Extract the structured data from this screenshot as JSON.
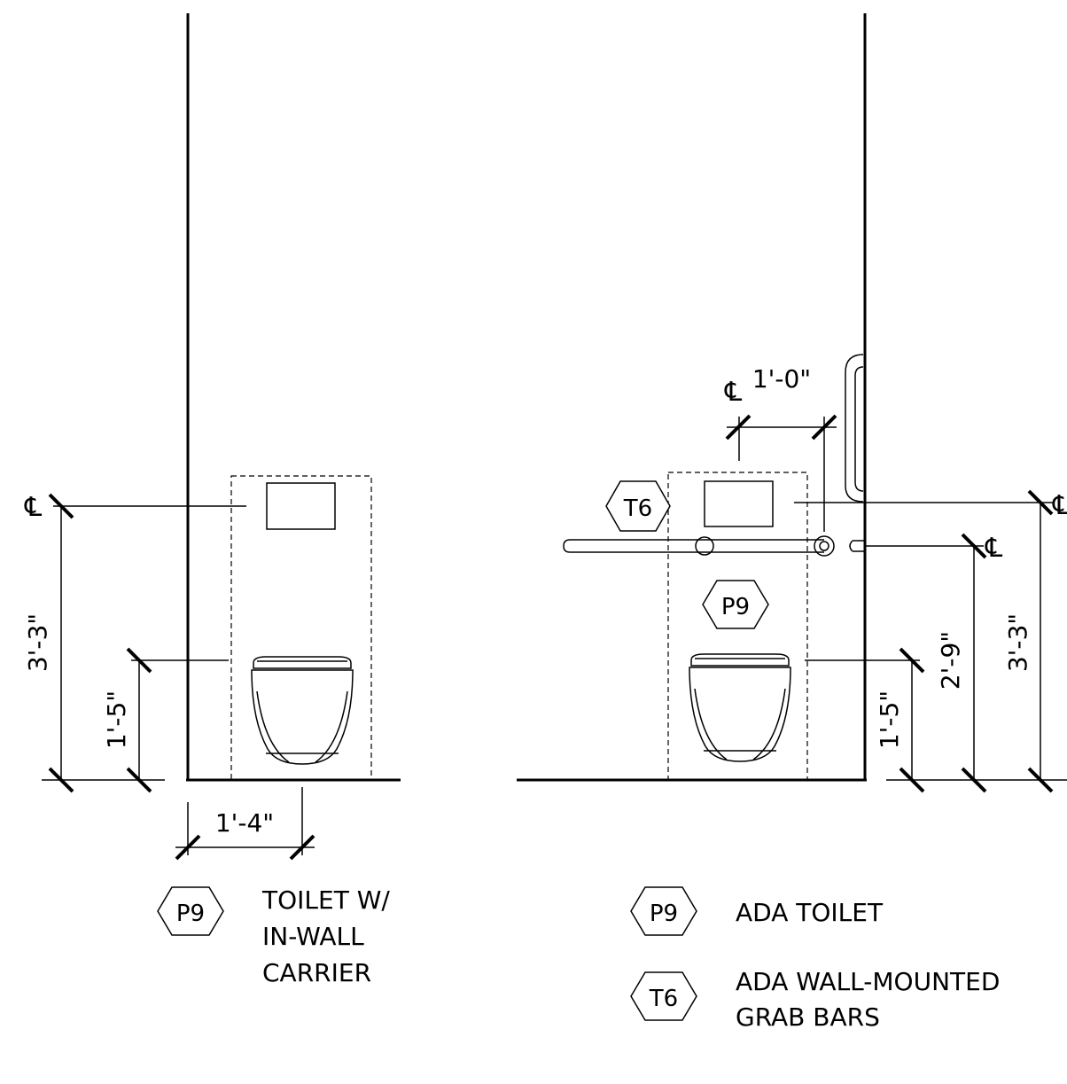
{
  "left_elevation": {
    "dim_carrier_width": "1'-4\"",
    "dim_bowl_height": "1'-5\"",
    "dim_flush_plate_height": "3'-3\"",
    "centerline_mark": "℄",
    "tag": "P9",
    "legend_lines": [
      "TOILET W/",
      "IN-WALL",
      "CARRIER"
    ]
  },
  "right_elevation": {
    "dim_grabbar_offset": "1'-0\"",
    "dim_bowl_height": "1'-5\"",
    "dim_grabbar_height": "2'-9\"",
    "dim_flush_plate_height": "3'-3\"",
    "centerline_mark": "℄",
    "tag_toilet": "P9",
    "tag_grabbar": "T6",
    "legend": [
      {
        "tag": "P9",
        "lines": [
          "ADA TOILET"
        ]
      },
      {
        "tag": "T6",
        "lines": [
          "ADA WALL-MOUNTED",
          "GRAB BARS"
        ]
      }
    ]
  }
}
